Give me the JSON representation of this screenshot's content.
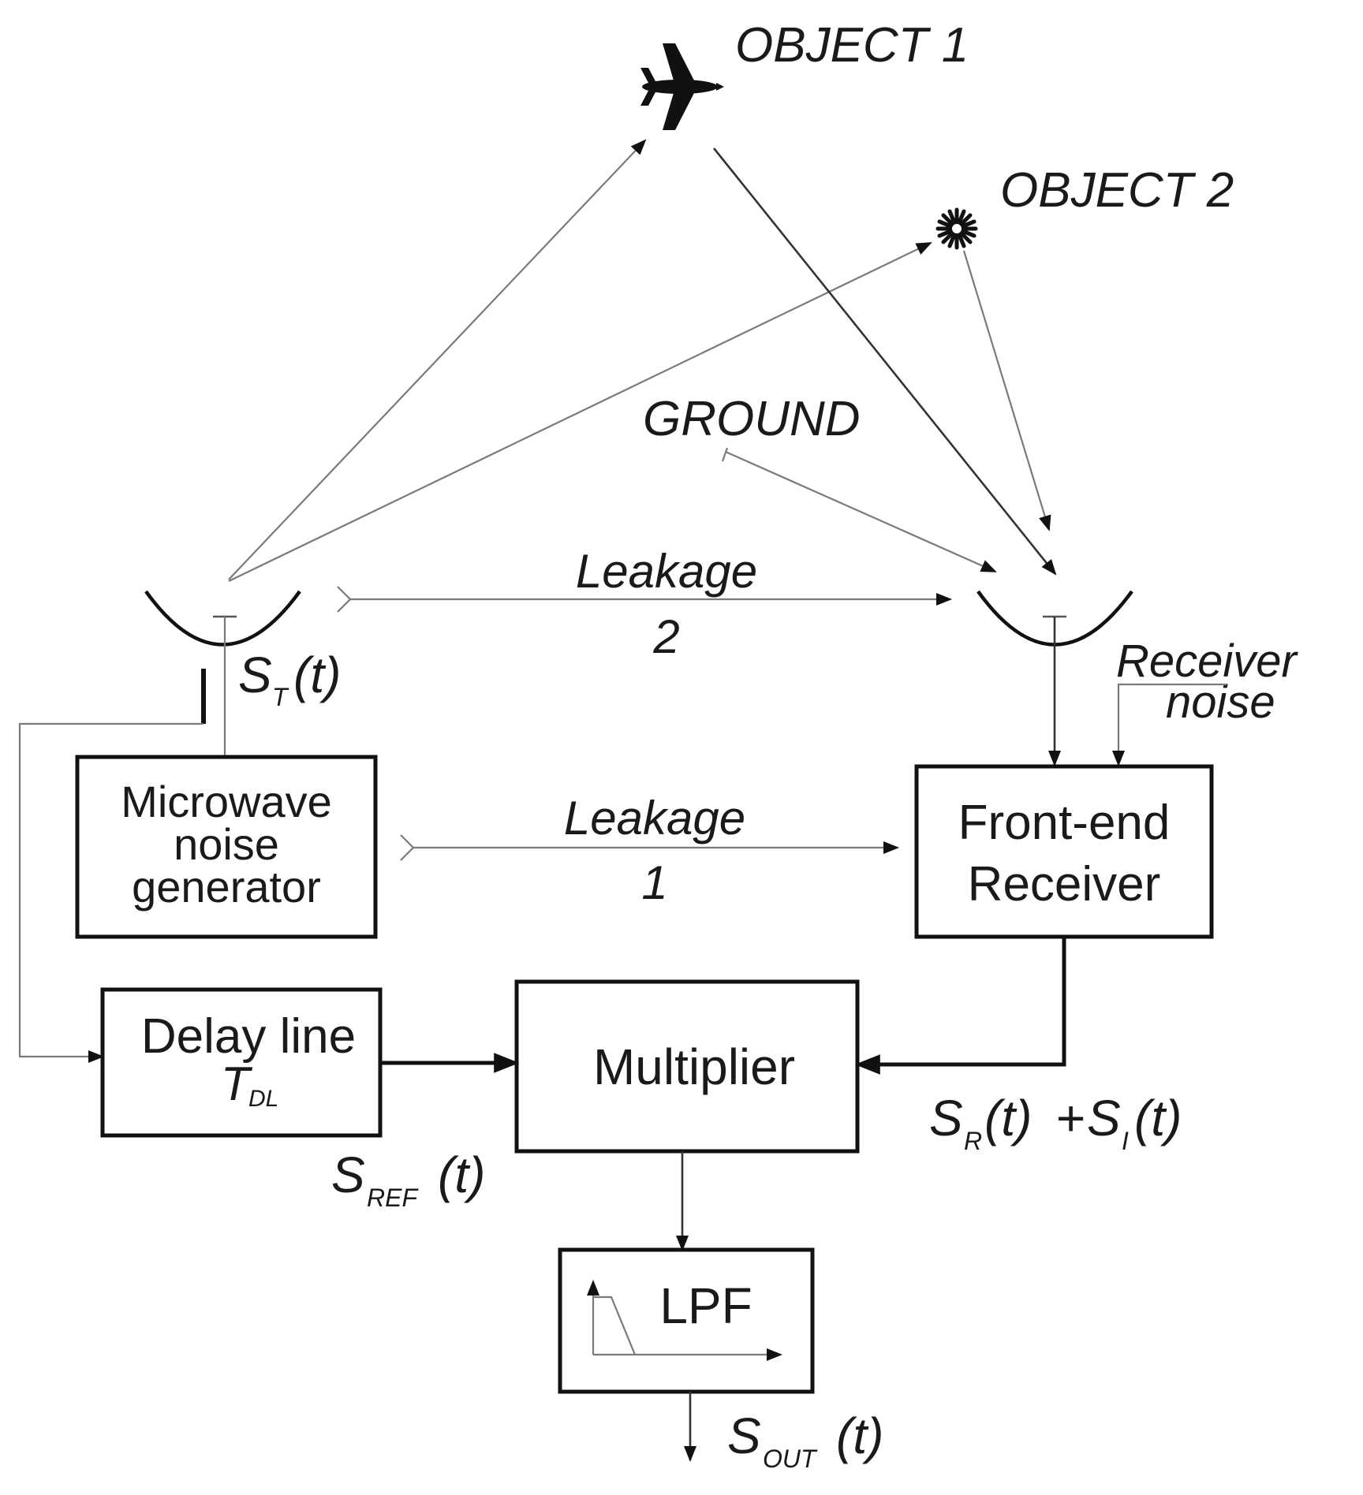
{
  "labels": {
    "object1": "OBJECT 1",
    "object2": "OBJECT 2",
    "ground": "GROUND",
    "leakage2_word": "Leakage",
    "leakage2_num": "2",
    "leakage1_word": "Leakage",
    "leakage1_num": "1",
    "receiver_noise_1": "Receiver",
    "receiver_noise_2": "noise"
  },
  "blocks": {
    "noise_generator": [
      "Microwave",
      "noise",
      "generator"
    ],
    "front_end": [
      "Front-end",
      "Receiver"
    ],
    "delay_line": {
      "title": "Delay line",
      "symbol": "T",
      "subscript": "DL"
    },
    "multiplier": "Multiplier",
    "lpf": "LPF"
  },
  "signals": {
    "st": {
      "main": "S",
      "sub": "T",
      "arg": "(t)"
    },
    "sref": {
      "main": "S",
      "sub": "REF",
      "arg": "(t)"
    },
    "sr": {
      "main": "S",
      "sub": "R",
      "arg": "(t)",
      "plus": "+"
    },
    "si": {
      "main": "S",
      "sub": "I",
      "arg": "(t)"
    },
    "sout": {
      "main": "S",
      "sub": "OUT",
      "arg": "(t)"
    }
  },
  "icons": {
    "object1": "airplane-icon",
    "object2": "starburst-icon",
    "tx_antenna": "dish-antenna-icon",
    "rx_antenna": "dish-antenna-icon",
    "lpf_response": "lowpass-response-icon"
  },
  "colors": {
    "line": "#111111",
    "ray": "#7a7a7a"
  }
}
